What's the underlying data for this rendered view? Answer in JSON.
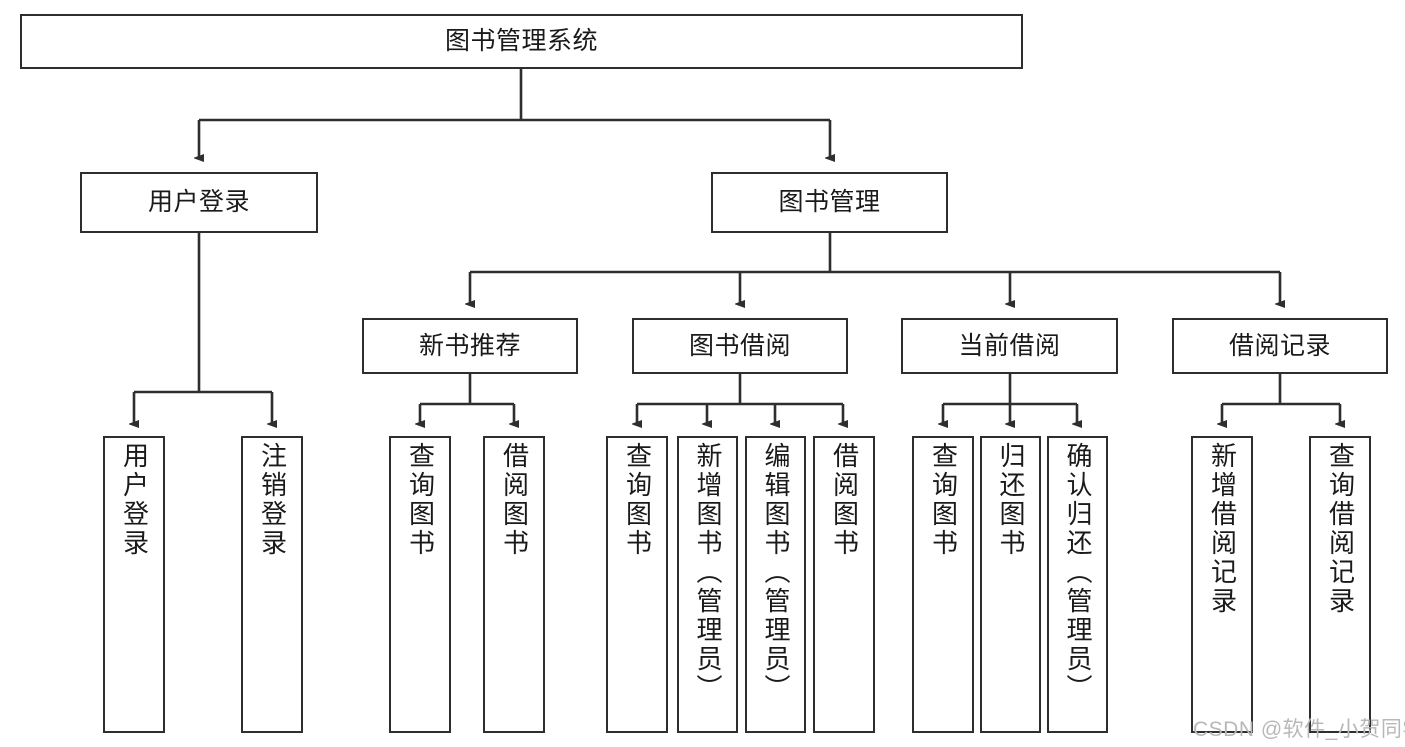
{
  "diagram": {
    "title": "图书管理系统",
    "type": "tree-hierarchy-diagram",
    "colors": {
      "box_border": "#2e2e2e",
      "box_fill": "#ffffff",
      "edge": "#2e2e2e",
      "text": "#1a1a1a",
      "watermark": "#b8b8b8",
      "background": "#ffffff"
    },
    "watermark": "CSDN @软件_小贺同学",
    "nodes": {
      "root": {
        "label": "图书管理系统"
      },
      "level2": [
        {
          "label": "用户登录"
        },
        {
          "label": "图书管理"
        }
      ],
      "level3": [
        {
          "label": "新书推荐"
        },
        {
          "label": "图书借阅"
        },
        {
          "label": "当前借阅"
        },
        {
          "label": "借阅记录"
        }
      ],
      "leaves": {
        "user_login": [
          {
            "label": "用户登录"
          },
          {
            "label": "注销登录"
          }
        ],
        "new_book_recommend": [
          {
            "label": "查询图书"
          },
          {
            "label": "借阅图书"
          }
        ],
        "book_borrow": [
          {
            "label": "查询图书"
          },
          {
            "label": "新增图书（管理员）"
          },
          {
            "label": "编辑图书（管理员）"
          },
          {
            "label": "借阅图书"
          }
        ],
        "current_borrow": [
          {
            "label": "查询图书"
          },
          {
            "label": "归还图书"
          },
          {
            "label": "确认归还（管理员）"
          }
        ],
        "borrow_record": [
          {
            "label": "新增借阅记录"
          },
          {
            "label": "查询借阅记录"
          }
        ]
      }
    }
  }
}
